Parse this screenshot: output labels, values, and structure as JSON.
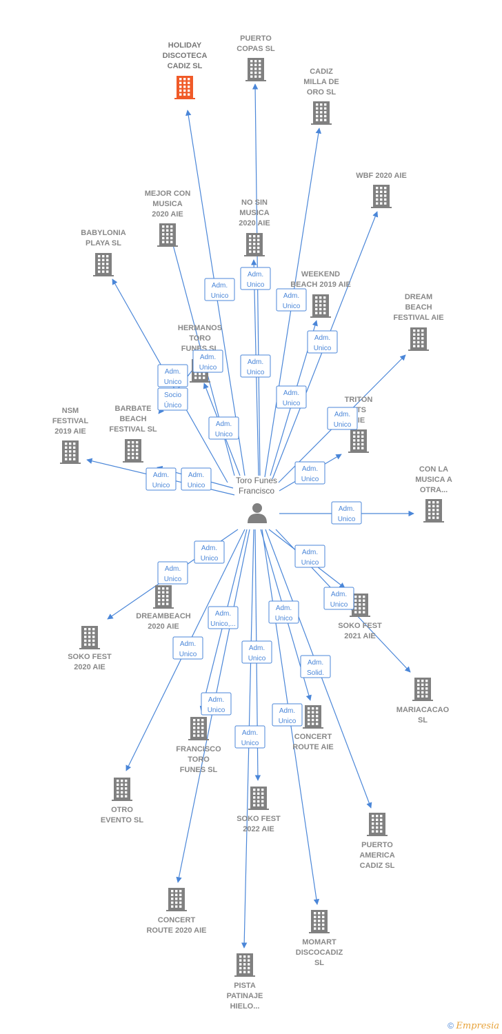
{
  "colors": {
    "edge": "#4a86d8",
    "building": "#808080",
    "highlight": "#f05a28",
    "label": "#888888"
  },
  "person": {
    "name_lines": [
      "Toro Funes",
      "Francisco"
    ],
    "icon": "person-icon"
  },
  "companies": [
    {
      "id": "holiday",
      "lines": [
        "HOLIDAY",
        "DISCOTECA",
        "CADIZ  SL"
      ],
      "highlight": true
    },
    {
      "id": "puerto-copas",
      "lines": [
        "PUERTO",
        "COPAS  SL"
      ]
    },
    {
      "id": "cadiz-milla",
      "lines": [
        "CADIZ",
        "MILLA DE",
        "ORO  SL"
      ]
    },
    {
      "id": "wbf",
      "lines": [
        "WBF 2020 AIE"
      ]
    },
    {
      "id": "mejor-con",
      "lines": [
        "MEJOR CON",
        "MUSICA",
        "2020  AIE"
      ]
    },
    {
      "id": "no-sin",
      "lines": [
        "NO SIN",
        "MUSICA",
        "2020 AIE"
      ]
    },
    {
      "id": "babylonia",
      "lines": [
        "BABYLONIA",
        "PLAYA  SL"
      ]
    },
    {
      "id": "weekend",
      "lines": [
        "WEEKEND",
        "BEACH 2019 AIE"
      ]
    },
    {
      "id": "dream-beach",
      "lines": [
        "DREAM",
        "BEACH",
        "FESTIVAL AIE"
      ]
    },
    {
      "id": "hermanos",
      "lines": [
        "HERMANOS",
        "TORO",
        "FUNES SL"
      ]
    },
    {
      "id": "triton",
      "lines": [
        "TRITON",
        "NTS",
        "AIE"
      ]
    },
    {
      "id": "nsm",
      "lines": [
        "NSM",
        "FESTIVAL",
        "2019 AIE"
      ]
    },
    {
      "id": "barbate",
      "lines": [
        "BARBATE",
        "BEACH",
        "FESTIVAL  SL"
      ]
    },
    {
      "id": "con-la-musica",
      "lines": [
        "CON LA",
        "MUSICA A",
        "OTRA..."
      ]
    },
    {
      "id": "dreambeach",
      "lines": [
        "DREAMBEACH",
        "2020 AIE"
      ]
    },
    {
      "id": "soko-2021",
      "lines": [
        "SOKO FEST",
        "2021  AIE"
      ]
    },
    {
      "id": "soko-2020",
      "lines": [
        "SOKO FEST",
        "2020  AIE"
      ]
    },
    {
      "id": "mariacacao",
      "lines": [
        "MARIACACAO",
        "SL"
      ]
    },
    {
      "id": "francisco-toro",
      "lines": [
        "FRANCISCO",
        "TORO",
        "FUNES  SL"
      ]
    },
    {
      "id": "concert-route",
      "lines": [
        "CONCERT",
        "ROUTE  AIE"
      ]
    },
    {
      "id": "otro-evento",
      "lines": [
        "OTRO",
        "EVENTO  SL"
      ]
    },
    {
      "id": "soko-2022",
      "lines": [
        "SOKO FEST",
        "2022 AIE"
      ]
    },
    {
      "id": "puerto-america",
      "lines": [
        "PUERTO",
        "AMERICA",
        "CADIZ  SL"
      ]
    },
    {
      "id": "concert-route-2020",
      "lines": [
        "CONCERT",
        "ROUTE 2020 AIE"
      ]
    },
    {
      "id": "momart",
      "lines": [
        "MOMART",
        "DISCOCADIZ",
        "SL"
      ]
    },
    {
      "id": "pista",
      "lines": [
        "PISTA",
        "PATINAJE",
        "HIELO..."
      ]
    }
  ],
  "relations": [
    {
      "lines": [
        "Adm.",
        "Unico"
      ]
    },
    {
      "lines": [
        "Adm.",
        "Unico"
      ]
    },
    {
      "lines": [
        "Adm.",
        "Unico"
      ]
    },
    {
      "lines": [
        "Adm.",
        "Unico"
      ]
    },
    {
      "lines": [
        "Adm.",
        "Unico"
      ]
    },
    {
      "lines": [
        "Adm.",
        "Unico"
      ]
    },
    {
      "lines": [
        "Adm.",
        "Unico"
      ]
    },
    {
      "lines": [
        "Adm.",
        "Unico"
      ]
    },
    {
      "lines": [
        "Adm.",
        "Unico"
      ]
    },
    {
      "lines": [
        "Socio",
        "Único"
      ]
    },
    {
      "lines": [
        "Adm.",
        "Unico"
      ]
    },
    {
      "lines": [
        "Adm.",
        "Unico"
      ]
    },
    {
      "lines": [
        "Adm.",
        "Unico"
      ]
    },
    {
      "lines": [
        "Adm.",
        "Unico"
      ]
    },
    {
      "lines": [
        "Adm.",
        "Unico"
      ]
    },
    {
      "lines": [
        "Adm.",
        "Unico"
      ]
    },
    {
      "lines": [
        "Adm.",
        "Unico"
      ]
    },
    {
      "lines": [
        "Adm.",
        "Unico"
      ]
    },
    {
      "lines": [
        "Adm.",
        "Unico"
      ]
    },
    {
      "lines": [
        "Adm.",
        "Unico"
      ]
    },
    {
      "lines": [
        "Adm.",
        "Unico,..."
      ]
    },
    {
      "lines": [
        "Adm.",
        "Unico"
      ]
    },
    {
      "lines": [
        "Adm.",
        "Unico"
      ]
    },
    {
      "lines": [
        "Adm.",
        "Solid."
      ]
    },
    {
      "lines": [
        "Adm.",
        "Unico"
      ]
    },
    {
      "lines": [
        "Adm.",
        "Unico"
      ]
    },
    {
      "lines": [
        "Adm.",
        "Unico"
      ]
    },
    {
      "lines": [
        "Adm.",
        "Unico"
      ]
    }
  ],
  "footer": {
    "copyright": "©",
    "brand": "Empresia"
  }
}
